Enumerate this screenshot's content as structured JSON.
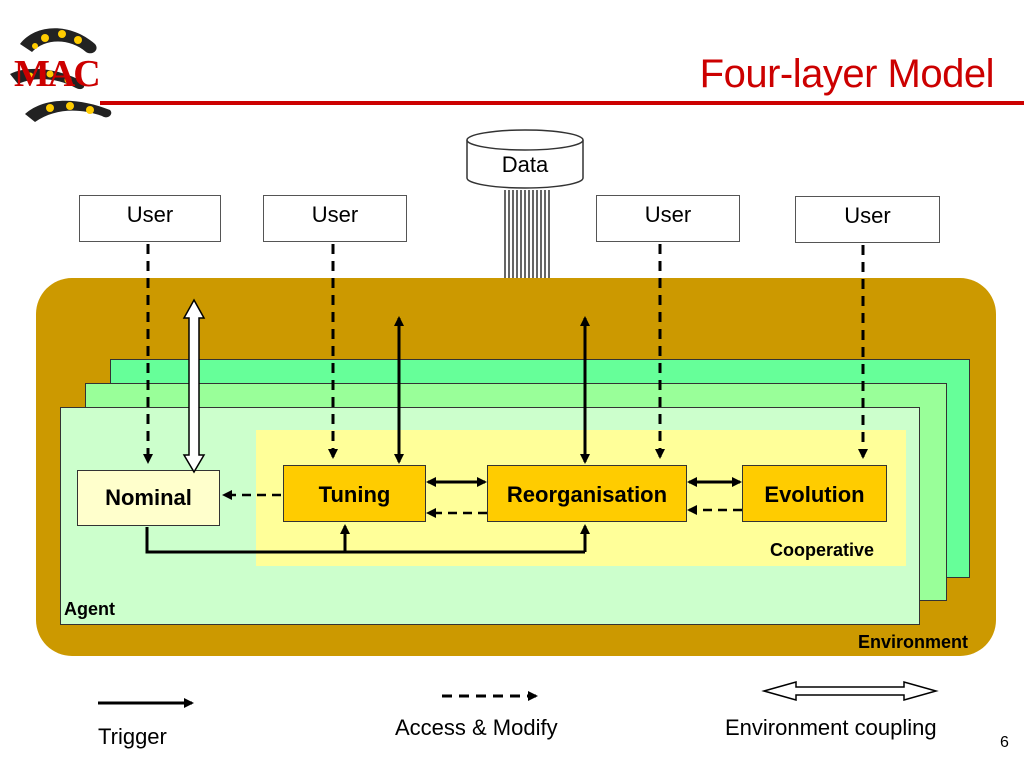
{
  "slide": {
    "title": "Four-layer Model",
    "logo_text": "MAC",
    "page_number": "6"
  },
  "data_store": {
    "label": "Data"
  },
  "users": [
    {
      "label": "User"
    },
    {
      "label": "User"
    },
    {
      "label": "User"
    },
    {
      "label": "User"
    }
  ],
  "layers": {
    "environment": "Environment",
    "agent": "Agent",
    "cooperative": "Cooperative"
  },
  "nodes": {
    "nominal": "Nominal",
    "tuning": "Tuning",
    "reorganisation": "Reorganisation",
    "evolution": "Evolution"
  },
  "legend": {
    "trigger": "Trigger",
    "access_modify": "Access & Modify",
    "environment_coupling": "Environment coupling"
  },
  "colors": {
    "title": "#cc0000",
    "environment": "#cc9900",
    "agent_layer": "#ccffcc",
    "agent_layer_back1": "#99ff99",
    "agent_layer_back2": "#66ff99",
    "cooperative": "#ffff99",
    "node_fill": "#ffcc00",
    "nominal_fill": "#ffffcc"
  }
}
